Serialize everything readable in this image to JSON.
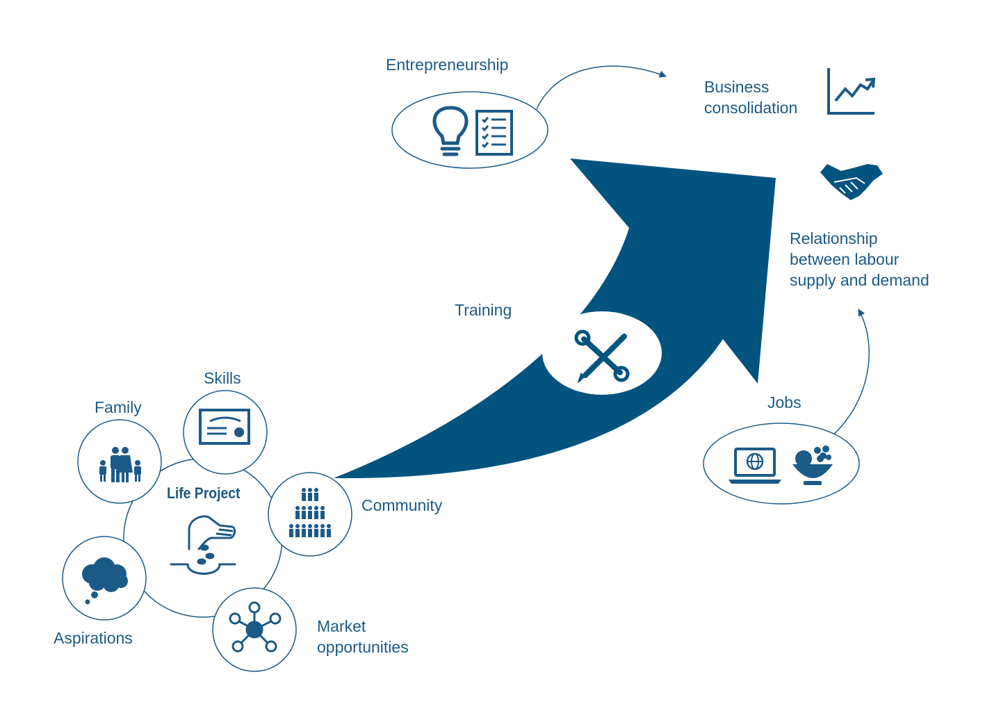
{
  "labels": {
    "entrepreneurship": "Entrepreneurship",
    "business_line1": "Business",
    "business_line2": "consolidation",
    "relationship_line1": "Relationship",
    "relationship_line2": "between labour",
    "relationship_line3": "supply and demand",
    "training": "Training",
    "jobs": "Jobs",
    "skills": "Skills",
    "family": "Family",
    "life_project": "Life Project",
    "community": "Community",
    "aspirations": "Aspirations",
    "market_line1": "Market",
    "market_line2": "opportunities"
  },
  "icons": [
    "lightbulb-icon",
    "checklist-icon",
    "growth-chart-icon",
    "handshake-icon",
    "tools-icon",
    "laptop-globe-icon",
    "fruit-bowl-icon",
    "certificate-icon",
    "family-icon",
    "community-icon",
    "hand-seed-icon",
    "thought-cloud-icon",
    "network-icon"
  ],
  "colors": {
    "primary": "#1b5a87",
    "arrow": "#03537f",
    "background": "#ffffff"
  }
}
